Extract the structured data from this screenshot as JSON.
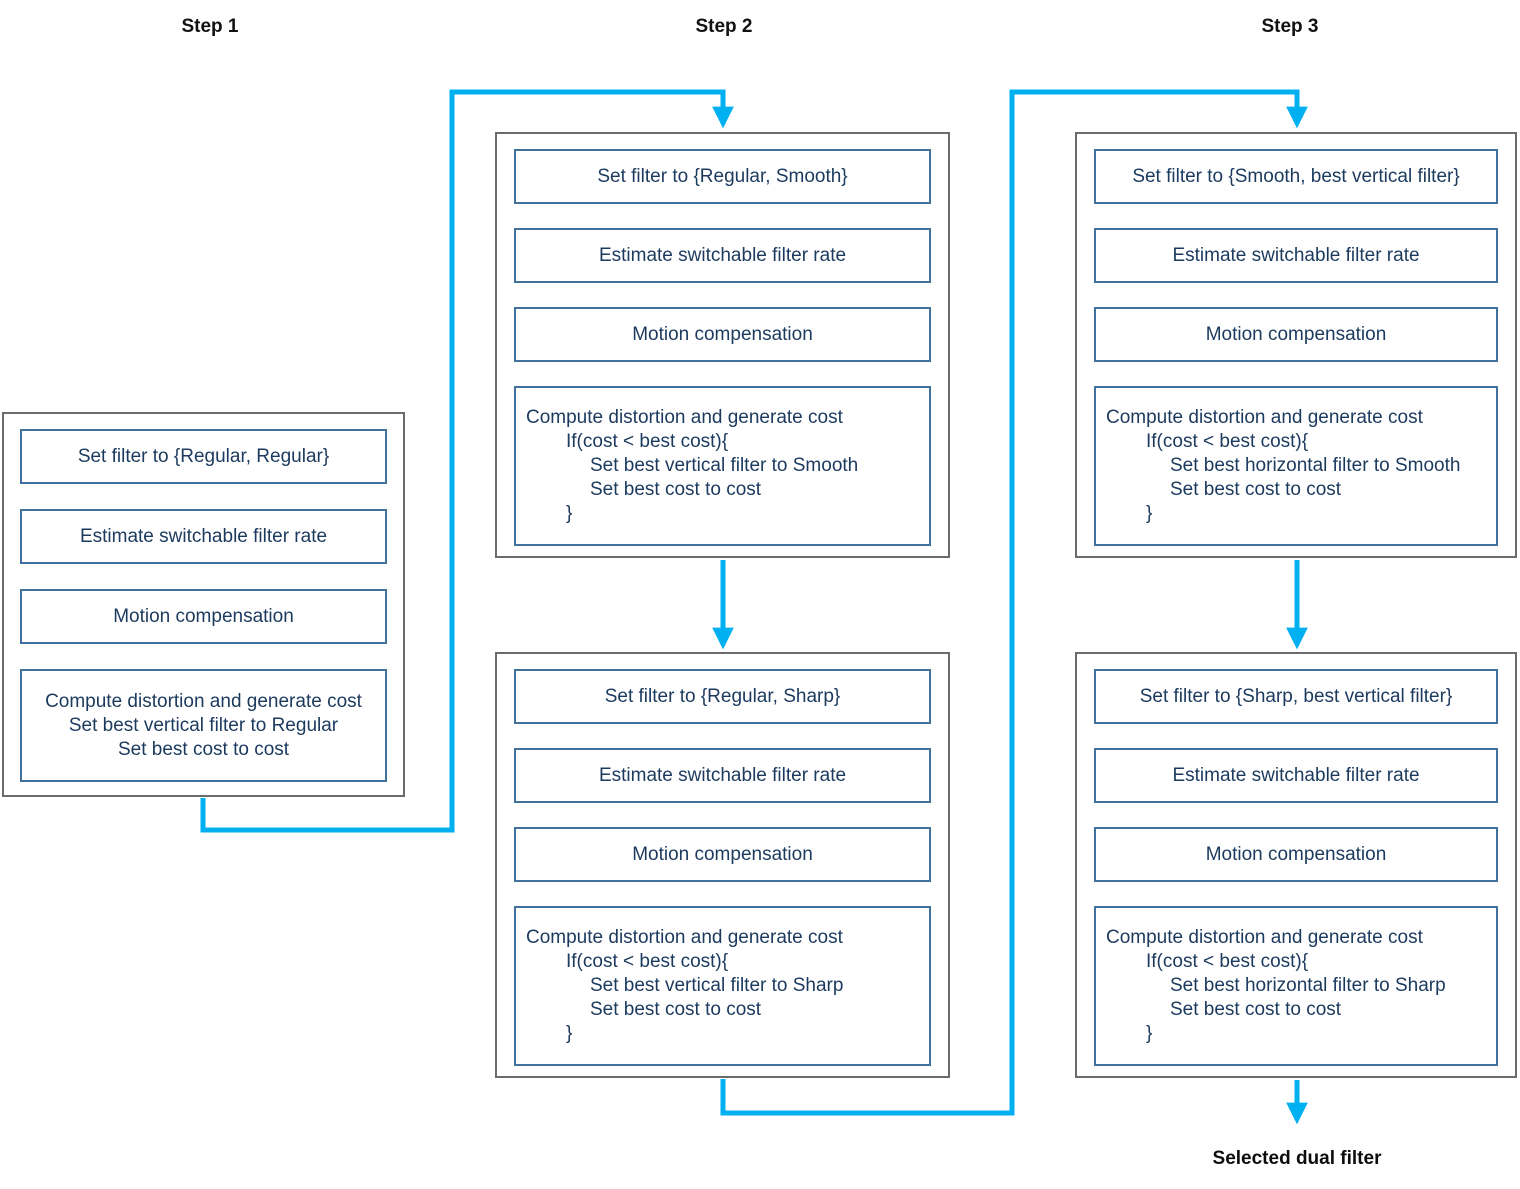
{
  "colors": {
    "arrow": "#00B0F0",
    "outer_border": "#6b6b6b",
    "inner_border": "#41719C",
    "box_text": "#1b3a5e"
  },
  "final_label": "Selected dual filter",
  "steps": [
    {
      "label": "Step 1",
      "boxes": [
        {
          "rows": [
            {
              "type": "simple",
              "text": "Set filter to {Regular, Regular}"
            },
            {
              "type": "simple",
              "text": "Estimate switchable filter rate"
            },
            {
              "type": "simple",
              "text": "Motion compensation"
            },
            {
              "type": "center",
              "lines": [
                "Compute distortion and generate cost",
                "Set best vertical filter to Regular",
                "Set best cost to cost"
              ]
            }
          ]
        }
      ]
    },
    {
      "label": "Step 2",
      "boxes": [
        {
          "rows": [
            {
              "type": "simple",
              "text": "Set filter to {Regular, Smooth}"
            },
            {
              "type": "simple",
              "text": "Estimate switchable filter rate"
            },
            {
              "type": "simple",
              "text": "Motion compensation"
            },
            {
              "type": "code",
              "lines": [
                {
                  "text": "Compute distortion and generate cost",
                  "indent": 0
                },
                {
                  "text": "If(cost < best cost){",
                  "indent": 1
                },
                {
                  "text": "Set best vertical filter to Smooth",
                  "indent": 2
                },
                {
                  "text": "Set best cost to cost",
                  "indent": 2
                },
                {
                  "text": "}",
                  "indent": 1
                }
              ]
            }
          ]
        },
        {
          "rows": [
            {
              "type": "simple",
              "text": "Set filter to {Regular, Sharp}"
            },
            {
              "type": "simple",
              "text": "Estimate switchable filter rate"
            },
            {
              "type": "simple",
              "text": "Motion compensation"
            },
            {
              "type": "code",
              "lines": [
                {
                  "text": "Compute distortion and generate cost",
                  "indent": 0
                },
                {
                  "text": "If(cost < best cost){",
                  "indent": 1
                },
                {
                  "text": "Set best vertical filter to Sharp",
                  "indent": 2
                },
                {
                  "text": "Set best cost to cost",
                  "indent": 2
                },
                {
                  "text": "}",
                  "indent": 1
                }
              ]
            }
          ]
        }
      ]
    },
    {
      "label": "Step 3",
      "boxes": [
        {
          "rows": [
            {
              "type": "simple",
              "text": "Set filter to {Smooth, best vertical filter}"
            },
            {
              "type": "simple",
              "text": "Estimate switchable filter rate"
            },
            {
              "type": "simple",
              "text": "Motion compensation"
            },
            {
              "type": "code",
              "lines": [
                {
                  "text": "Compute distortion and generate cost",
                  "indent": 0
                },
                {
                  "text": "If(cost < best cost){",
                  "indent": 1
                },
                {
                  "text": "Set best horizontal filter to Smooth",
                  "indent": 2
                },
                {
                  "text": "Set best cost to cost",
                  "indent": 2
                },
                {
                  "text": "}",
                  "indent": 1
                }
              ]
            }
          ]
        },
        {
          "rows": [
            {
              "type": "simple",
              "text": "Set filter to {Sharp, best vertical filter}"
            },
            {
              "type": "simple",
              "text": "Estimate switchable filter rate"
            },
            {
              "type": "simple",
              "text": "Motion compensation"
            },
            {
              "type": "code",
              "lines": [
                {
                  "text": "Compute distortion and generate cost",
                  "indent": 0
                },
                {
                  "text": "If(cost < best cost){",
                  "indent": 1
                },
                {
                  "text": "Set best horizontal filter to Sharp",
                  "indent": 2
                },
                {
                  "text": "Set best cost to cost",
                  "indent": 2
                },
                {
                  "text": "}",
                  "indent": 1
                }
              ]
            }
          ]
        }
      ]
    }
  ]
}
